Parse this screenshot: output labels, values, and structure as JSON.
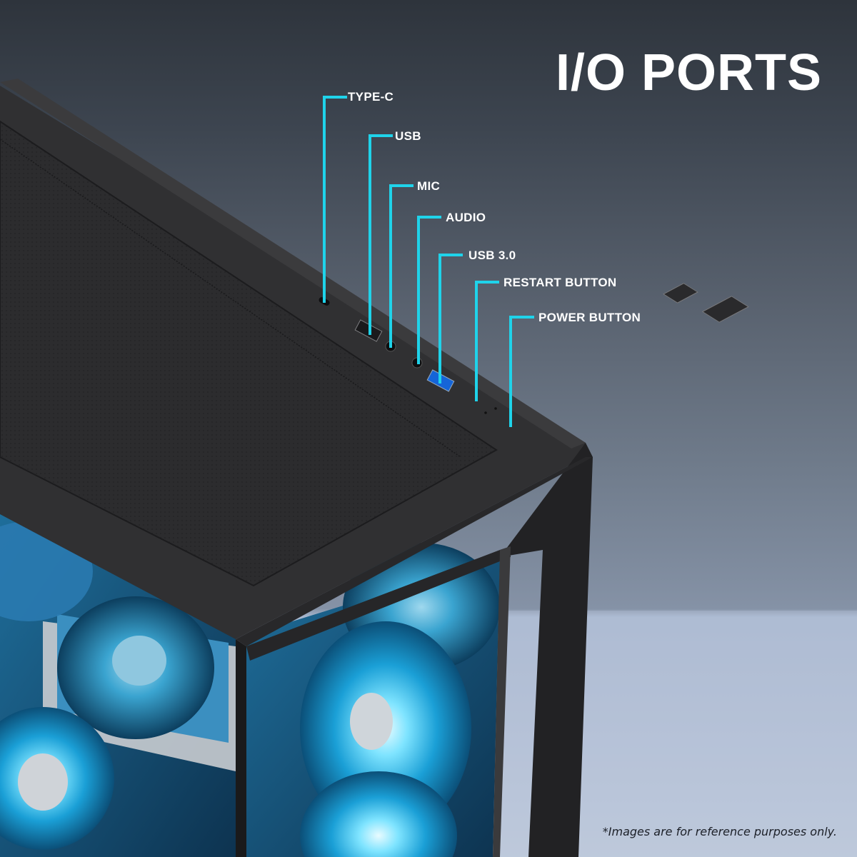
{
  "header": {
    "title": "I/O PORTS"
  },
  "accent_color": "#1fd3ea",
  "callouts": [
    {
      "id": "type-c",
      "label": "TYPE-C"
    },
    {
      "id": "usb",
      "label": "USB"
    },
    {
      "id": "mic",
      "label": "MIC"
    },
    {
      "id": "audio",
      "label": "AUDIO"
    },
    {
      "id": "usb-3",
      "label": "USB 3.0"
    },
    {
      "id": "restart-button",
      "label": "RESTART BUTTON"
    },
    {
      "id": "power-button",
      "label": "POWER BUTTON"
    }
  ],
  "footer": {
    "disclaimer": "*Images are for reference purposes only."
  },
  "product": {
    "description": "Black PC case top panel with front I/O and glass side panels revealing blue-lit RGB fans"
  }
}
